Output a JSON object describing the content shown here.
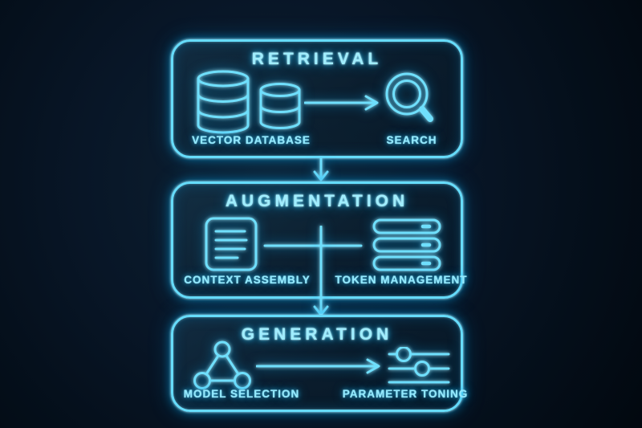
{
  "diagram": {
    "name": "rag-pipeline-neon-diagram",
    "stages": [
      {
        "title": "RETRIEVAL",
        "items": [
          {
            "label": "VECTOR DATABASE",
            "icons": [
              "database-large-icon",
              "database-small-icon"
            ]
          },
          {
            "label": "SEARCH",
            "icons": [
              "search-icon"
            ]
          }
        ],
        "connector": "arrow-right"
      },
      {
        "title": "AUGMENTATION",
        "items": [
          {
            "label": "CONTEXT ASSEMBLY",
            "icons": [
              "document-icon"
            ]
          },
          {
            "label": "TOKEN MANAGEMENT",
            "icons": [
              "server-stack-icon"
            ]
          }
        ],
        "connector": "cross-junction"
      },
      {
        "title": "GENERATION",
        "items": [
          {
            "label": "MODEL SELECTION",
            "icons": [
              "network-triangle-icon"
            ]
          },
          {
            "label": "PARAMETER TONING",
            "icons": [
              "sliders-icon"
            ]
          }
        ],
        "connector": "arrow-right"
      }
    ],
    "flow": [
      "stage-1-to-stage-2-arrow-down",
      "stage-2-to-stage-3-arrow-down"
    ],
    "colors": {
      "background": "#071524",
      "neon_stroke": "#6fdffc",
      "neon_text": "#8fe9ff",
      "neon_glow": "#1fb5e8",
      "box_fill": "#0e2a3d"
    }
  }
}
